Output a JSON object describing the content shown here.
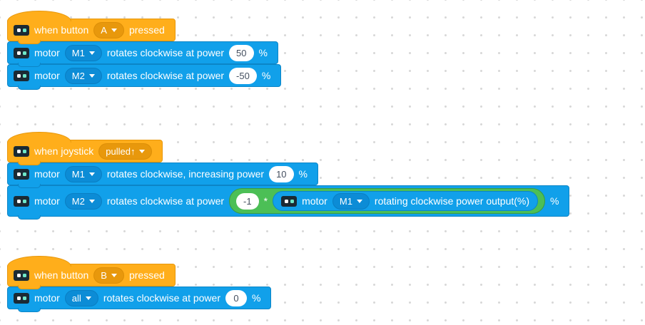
{
  "colors": {
    "event_block": "#FFAE1B",
    "event_border": "#E8980C",
    "action_block": "#11A0EA",
    "action_border": "#0C85C7",
    "operator_block": "#4CBF56",
    "operator_border": "#3A9C43",
    "input_text": "#444F5F",
    "grid_dot": "#d8d8d8"
  },
  "stack1": {
    "hat": {
      "text_before": "when button",
      "dropdown": "A",
      "text_after": "pressed"
    },
    "row1": {
      "label_motor": "motor",
      "dropdown": "M1",
      "label_mid": "rotates clockwise at power",
      "value": "50",
      "label_unit": "%"
    },
    "row2": {
      "label_motor": "motor",
      "dropdown": "M2",
      "label_mid": "rotates clockwise at power",
      "value": "-50",
      "label_unit": "%"
    }
  },
  "stack2": {
    "hat": {
      "text_before": "when joystick",
      "dropdown": "pulled↑"
    },
    "row1": {
      "label_motor": "motor",
      "dropdown": "M1",
      "label_mid": "rotates clockwise, increasing power",
      "value": "10",
      "label_unit": "%"
    },
    "row2": {
      "label_motor": "motor",
      "dropdown": "M2",
      "label_mid": "rotates clockwise at power",
      "label_unit": "%",
      "operator": {
        "left_value": "-1",
        "op": "*"
      },
      "reporter": {
        "label_motor": "motor",
        "dropdown": "M1",
        "label_rest": "rotating clockwise power output(%)"
      }
    }
  },
  "stack3": {
    "hat": {
      "text_before": "when button",
      "dropdown": "B",
      "text_after": "pressed"
    },
    "row1": {
      "label_motor": "motor",
      "dropdown": "all",
      "label_mid": "rotates clockwise at power",
      "value": "0",
      "label_unit": "%"
    }
  }
}
